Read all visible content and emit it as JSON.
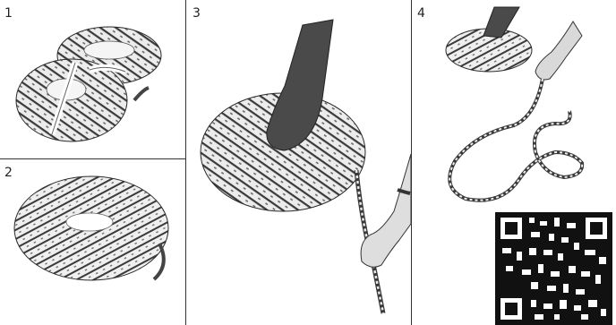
{
  "steps": [
    {
      "number": "1"
    },
    {
      "number": "2"
    },
    {
      "number": "3"
    },
    {
      "number": "4"
    }
  ],
  "colors": {
    "rope_fill": "#e9e9e9",
    "rope_stripe": "#3a3a3a",
    "rope_outline": "#2a2a2a",
    "arm": "#4a4a4a",
    "divider": "#333333",
    "qr_dark": "#111111"
  },
  "qr_code": {
    "icon": "qr-code-icon"
  }
}
